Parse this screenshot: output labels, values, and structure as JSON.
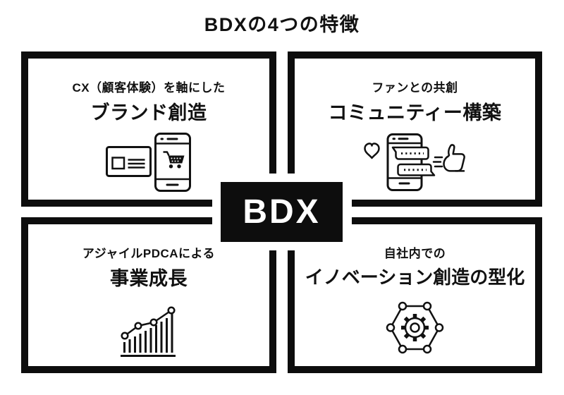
{
  "page": {
    "title": "BDXの4つの特徴",
    "background": "#ffffff",
    "ink": "#111111"
  },
  "center_badge": {
    "label": "BDX",
    "background": "#0d0d0d",
    "text_color": "#ffffff"
  },
  "quadrants": [
    {
      "position": "top-left",
      "subtitle": "CX（顧客体験）を軸にした",
      "title": "ブランド創造",
      "icon": "card-and-smartphone-cart-icon"
    },
    {
      "position": "top-right",
      "subtitle": "ファンとの共創",
      "title": "コミュニティー構築",
      "icon": "heart-chat-thumbs-up-icon"
    },
    {
      "position": "bottom-left",
      "subtitle": "アジャイルPDCAによる",
      "title": "事業成長",
      "icon": "growth-bar-chart-icon"
    },
    {
      "position": "bottom-right",
      "subtitle": "自社内での",
      "title": "イノベーション創造の型化",
      "icon": "hexagon-network-gear-icon"
    }
  ]
}
